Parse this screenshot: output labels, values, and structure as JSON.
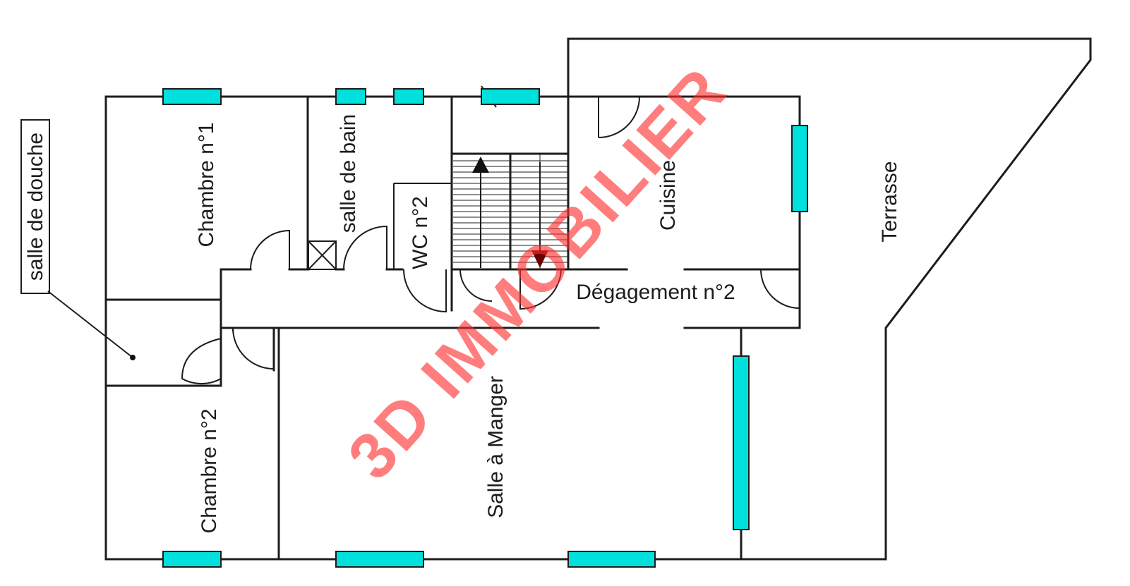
{
  "rooms": {
    "chambre_1": "Chambre n°1",
    "salle_de_bain": "salle de bain",
    "wc_2": "WC n°2",
    "cuisine": "Cuisine",
    "terrasse": "Terrasse",
    "degagement_2": "Dégagement n°2",
    "salle_de_douche": "salle de douche",
    "chambre_2": "Chambre n°2",
    "salle_a_manger": "Salle à Manger"
  },
  "watermark": "3D IMMOBILIER",
  "colors": {
    "window": "#00e0dc",
    "wall": "#1c1c1c",
    "watermark": "#ff2d2d"
  }
}
